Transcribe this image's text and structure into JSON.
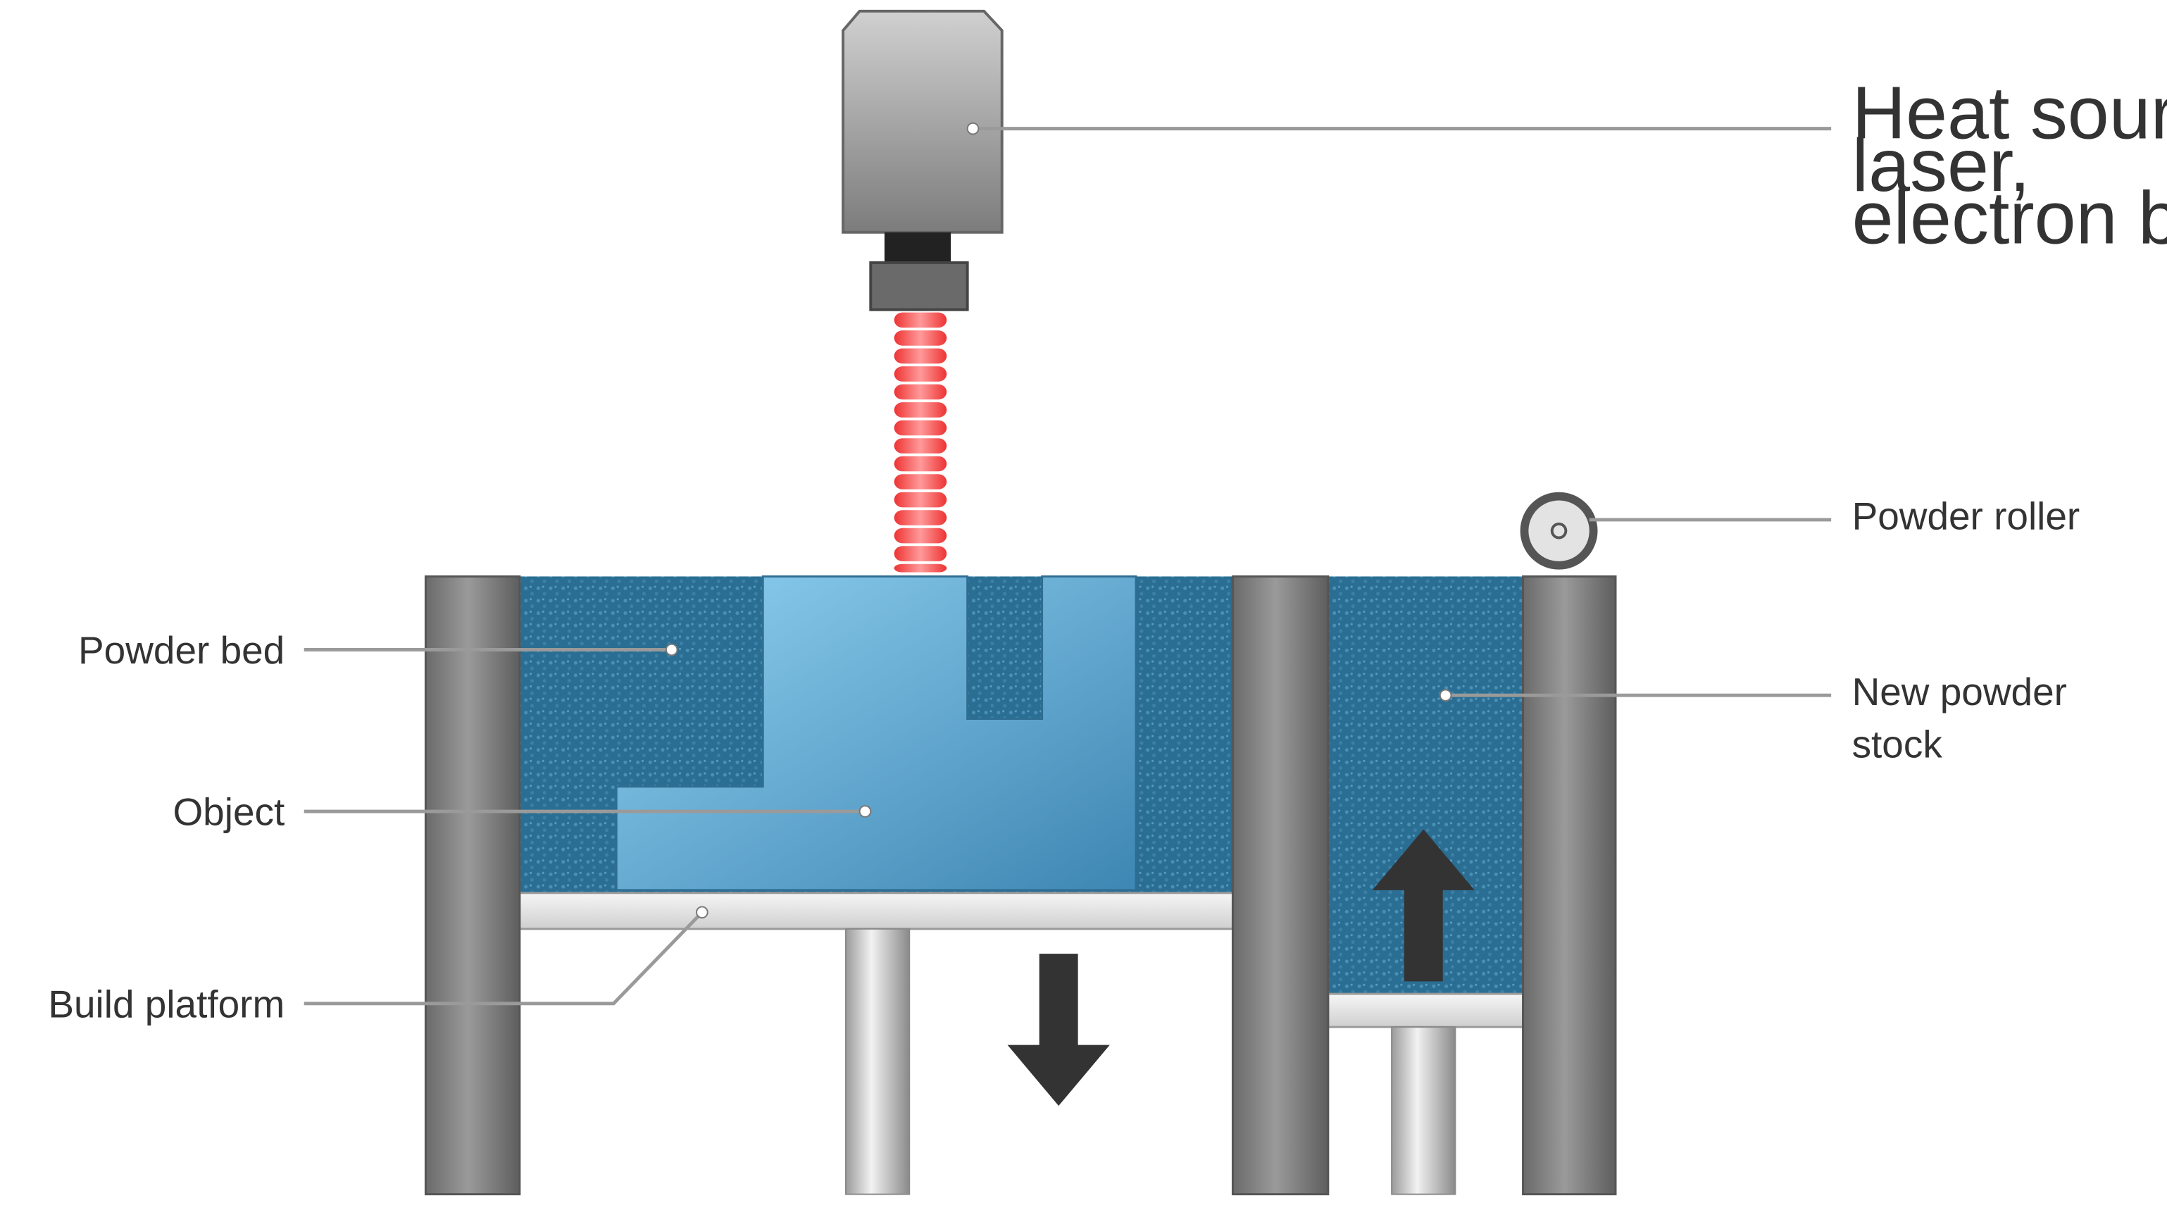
{
  "labels": {
    "heat_source": [
      "Heat source:",
      "laser,",
      "electron beams"
    ],
    "powder_roller": "Powder roller",
    "new_powder_stock": [
      "New powder",
      "stock"
    ],
    "powder_bed": "Powder bed",
    "object": "Object",
    "build_platform": "Build platform"
  },
  "colors": {
    "powder": "#2a6e93",
    "object": "#6fb3da",
    "wall": "#808080",
    "laser": "#ff5a5a",
    "leader": "#999999",
    "arrow": "#333333"
  },
  "icons": {
    "down_arrow": "arrow-down-icon",
    "up_arrow": "arrow-up-icon"
  }
}
